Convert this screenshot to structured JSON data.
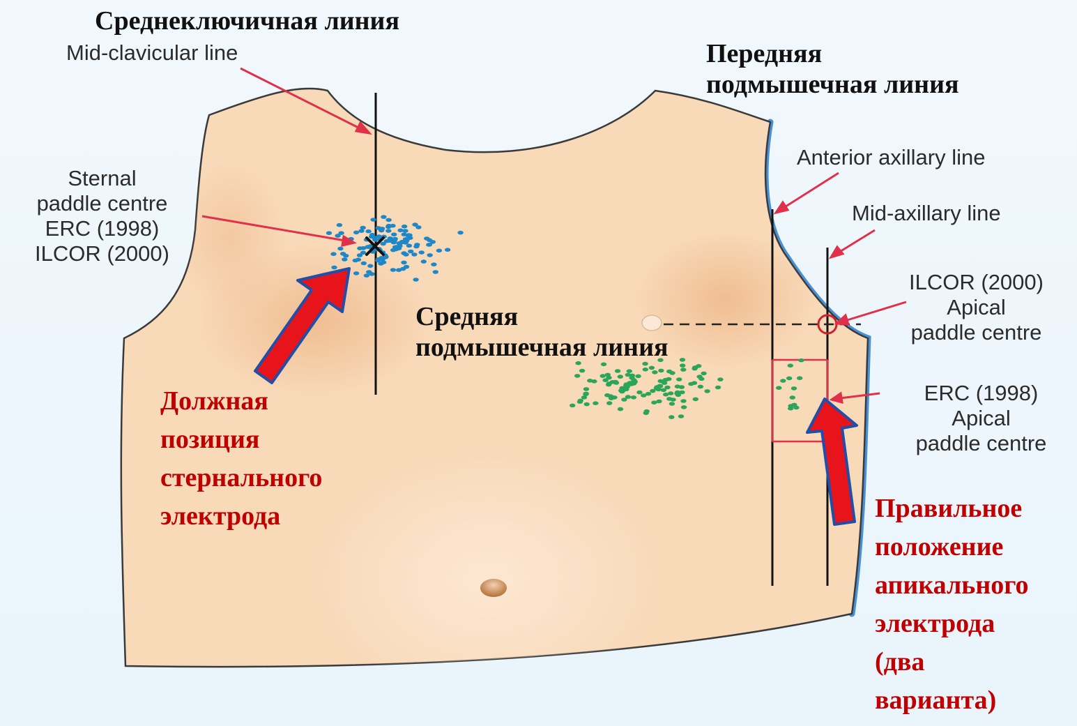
{
  "labels_en": {
    "mid_clavicular": "Mid-clavicular line",
    "sternal_paddle": "Sternal\npaddle centre\nERC (1998)\nILCOR (2000)",
    "anterior_axillary": "Anterior axillary line",
    "mid_axillary": "Mid-axillary line",
    "ilcor_apical": "ILCOR (2000)\nApical\npaddle centre",
    "erc_apical": "ERC (1998)\nApical\npaddle centre"
  },
  "labels_ru": {
    "mid_clavicular": "Среднеключичная линия",
    "anterior_axillary": "Передняя\nподмышечная линия",
    "mid_axillary": "Средняя\nподмышечная линия",
    "sternal_position": "Должная\nпозиция\nстернального\nэлектрода",
    "apical_position": "Правильное\nположение\nапикального\nэлектрода\n(два\nварианта)"
  },
  "colors": {
    "skin": "#f8d9b8",
    "blue_dots": "#1e87c8",
    "green_dots": "#2aa55a",
    "arrow_red": "#e8141c",
    "arrow_outline": "#1f4fa8",
    "pointer_red": "#e0304a",
    "text_red": "#c00000"
  },
  "icons": {
    "sternal_marker": "x-mark-icon",
    "apical_marker": "circle-icon"
  }
}
